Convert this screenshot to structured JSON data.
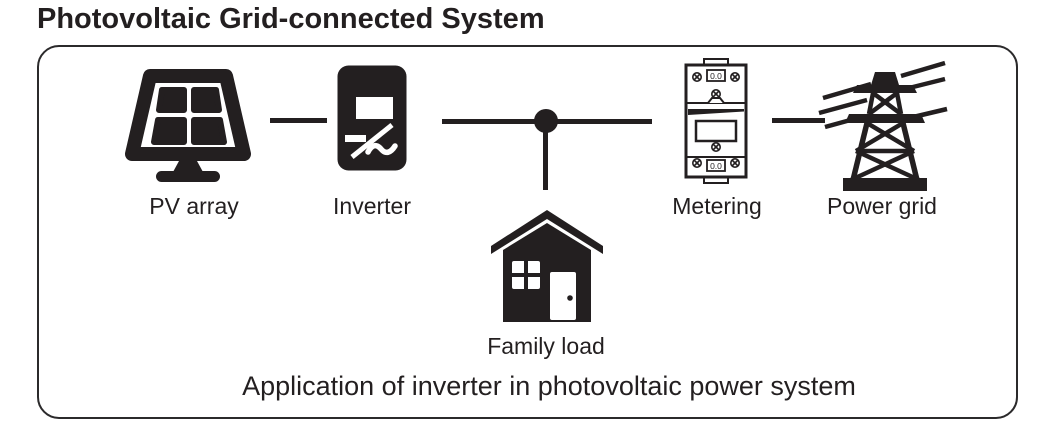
{
  "title": "Photovoltaic Grid-connected System",
  "caption": "Application of inverter in photovoltaic power system",
  "colors": {
    "ink": "#231f20",
    "frame_border": "#2b2a2b",
    "background": "#ffffff"
  },
  "diagram": {
    "meter_display": "0.0",
    "nodes": [
      {
        "id": "pv-array",
        "label": "PV array",
        "icon": "solar-panel-icon"
      },
      {
        "id": "inverter",
        "label": "Inverter",
        "icon": "inverter-icon"
      },
      {
        "id": "metering",
        "label": "Metering",
        "icon": "energy-meter-icon"
      },
      {
        "id": "power-grid",
        "label": "Power grid",
        "icon": "transmission-tower-icon"
      },
      {
        "id": "family-load",
        "label": "Family load",
        "icon": "house-icon"
      }
    ],
    "connections": [
      {
        "from": "pv-array",
        "to": "inverter"
      },
      {
        "from": "inverter",
        "to": "junction"
      },
      {
        "from": "junction",
        "to": "metering"
      },
      {
        "from": "junction",
        "to": "family-load"
      },
      {
        "from": "metering",
        "to": "power-grid"
      }
    ]
  }
}
